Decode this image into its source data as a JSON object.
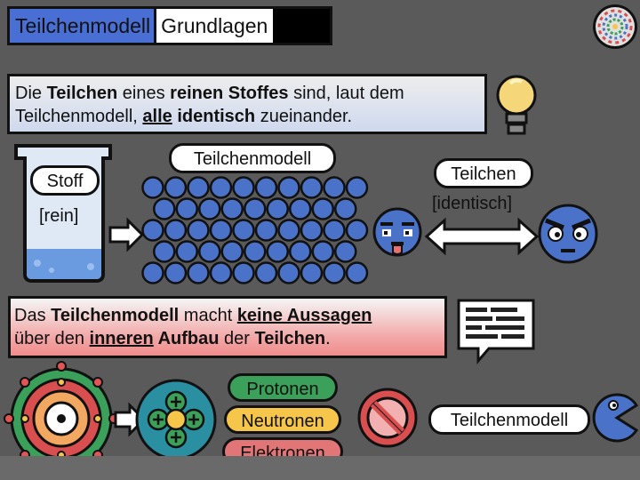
{
  "title": {
    "part1": "Teilchenmodell",
    "part2": "Grundlagen"
  },
  "info1": {
    "t1": "Die ",
    "b1": "Teilchen",
    "t2": " eines ",
    "b2": "reinen Stoffes",
    "t3": " sind, laut dem",
    "t4": "Teilchenmodell, ",
    "b3": "alle",
    "b4": " identisch",
    "t5": " zueinander."
  },
  "beaker": {
    "stoff": "Stoff",
    "rein": "[rein]"
  },
  "model_label": "Teilchenmodell",
  "particle_label": {
    "teilchen": "Teilchen",
    "identisch": "[identisch]"
  },
  "info2": {
    "t1": "Das ",
    "b1": "Teilchenmodell",
    "t2": " macht ",
    "b2": "keine Aussagen",
    "t3": "über den ",
    "b3": "inneren",
    "b4": " Aufbau",
    "t4": " der ",
    "b5": "Teilchen",
    "t5": "."
  },
  "subatomic": {
    "protonen": "Protonen",
    "neutronen": "Neutronen",
    "elektronen": "Elektronen"
  },
  "model_label_2": "Teilchenmodell",
  "colors": {
    "accent": "#4a6fd4",
    "particle": "#4a72c8",
    "info_red": "#f08c8c",
    "bulb": "#f5d77a"
  }
}
